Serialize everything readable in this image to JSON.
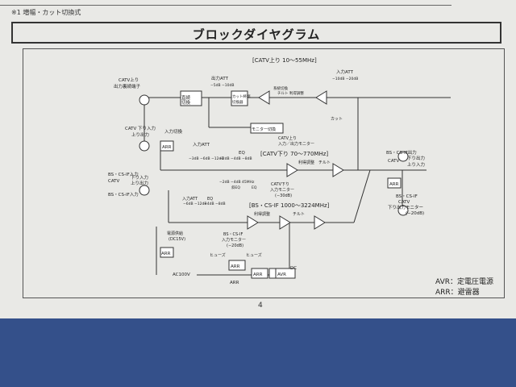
{
  "note": "※1 増幅・カット切換式",
  "title": "ブロックダイヤグラム",
  "page_number": "4",
  "legend": {
    "avr": "AVR：定電圧電源",
    "arr": "ARR：避雷器"
  },
  "diagram": {
    "band_catv_up": "[CATV上り 10〜55MHz]",
    "band_catv_down": "[CATV下り 70〜770MHz]",
    "band_bscs": "[BS・CS-IF 1000〜3224MHz]",
    "catv_up_out_1": "CATV上り",
    "catv_up_out_2": "出力裏続端子",
    "dir_switch": "直続",
    "dir_switch_2": "切換",
    "out_att": "出力ATT",
    "out_att_vals": "−5dB −10dB",
    "cut_sw_1": "カット終端",
    "cut_sw_2": "切換器",
    "tilt_adj": "系統切換",
    "tilt_label": "チルト 利得調整",
    "in_att_up": "入力ATT",
    "in_att_up_vals": "−10dB −20dB",
    "cut_label": "カット",
    "monitor_sw": "モニター切換",
    "catv_up_monitor_1": "CATV上り",
    "catv_up_monitor_2": "入力／出力モニター",
    "catv_down_in_1": "CATV 下り入力",
    "catv_down_in_2": "上り出力",
    "input_switch": "入力切換",
    "arr1": "ARR",
    "in_att_down": "入力ATT",
    "in_att_down_vals": "−3dB −6dB −12dB",
    "eq_label": "EQ",
    "eq_vals": "−2dB −4dB −8dB",
    "eq2_vals": "−2dB −4dB 45MHz",
    "eq3_label": "斜EQ",
    "eq4_label": "EQ",
    "gain_adj_down": "利得調整",
    "tilt_down": "チルト",
    "catv_down_monitor_1": "CATV下り",
    "catv_down_monitor_2": "入力モニター",
    "catv_down_monitor_3": "(−30dB)",
    "bscs_in_1": "BS・CS-IF入力",
    "bscs_in_2": "CATV",
    "bscs_in_3": "下り入力",
    "bscs_in_4": "上り出力",
    "bscs_in_5": "BS・CS-IF入力",
    "in_att_bs": "入力ATT",
    "in_att_bs_vals": "−6dB −12dB",
    "eq_bs": "EQ",
    "eq_bs_vals": "−4dB −8dB",
    "gain_adj_bs": "利得調整",
    "tilt_bs": "チルト",
    "bs_monitor_1": "BS・CS-IF",
    "bs_monitor_2": "入力モニター",
    "bs_monitor_3": "(−20dB)",
    "power_1": "電源供給",
    "power_2": "(DC15V)",
    "arr2": "ARR",
    "fuse1": "ヒューズ",
    "fuse2": "ヒューズ",
    "ac100": "AC100V",
    "arr3": "ARR",
    "arr4": "ARR",
    "arr5": "ARR",
    "avr": "AVR",
    "dc": "DC",
    "out_bscs_1": "BS・CS-IF出力",
    "out_bscs_2": "CATV",
    "out_bscs_3": "下り出力",
    "out_bscs_4": "上り入力",
    "arr6": "ARR",
    "out_mon_1": "BS・CS-IF",
    "out_mon_2": "CATV",
    "out_mon_3": "下り出力モニター",
    "out_mon_4": "(−20dB)"
  }
}
